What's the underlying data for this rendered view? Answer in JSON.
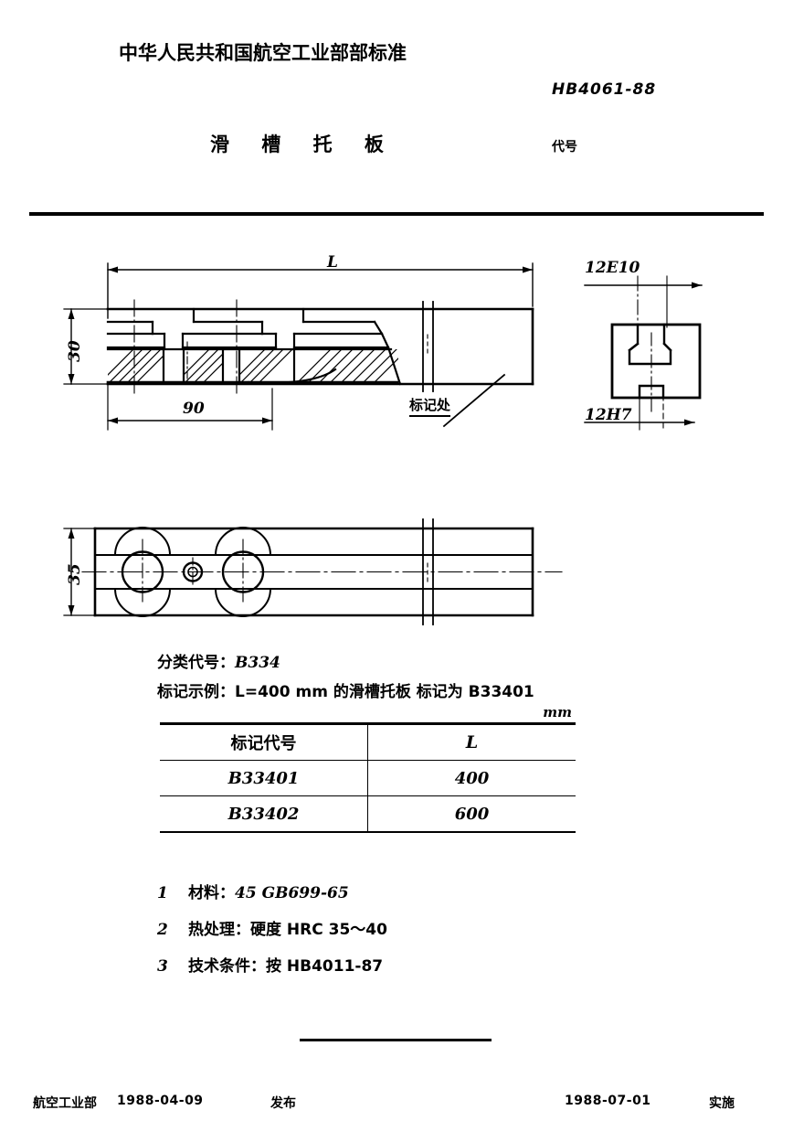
{
  "header": {
    "ministry_title": "中华人民共和国航空工业部部标准",
    "standard_number": "HB4061-88",
    "part_title": "滑 槽 托 板",
    "code_label": "代号"
  },
  "drawing": {
    "main_view": {
      "dim_length": "L",
      "dim_height": "30",
      "dim_partial": "90",
      "mark_note": "标记处"
    },
    "section_view": {
      "dim_top": "12E10",
      "dim_bottom": "12H7"
    },
    "plan_view": {
      "dim_width": "35"
    }
  },
  "spec": {
    "class_code_label": "分类代号：",
    "class_code_value": "B334",
    "marking_example_label": "标记示例：",
    "marking_example_value": "L=400 mm 的滑槽托板 标记为 B33401"
  },
  "table": {
    "unit": "mm",
    "columns": [
      "标记代号",
      "L"
    ],
    "rows": [
      {
        "code": "B33401",
        "length": "400"
      },
      {
        "code": "B33402",
        "length": "600"
      }
    ]
  },
  "notes": [
    {
      "num": "1",
      "label": "材料：",
      "value": "45   GB699-65"
    },
    {
      "num": "2",
      "label": "热处理：",
      "value": "硬度 HRC 35～40"
    },
    {
      "num": "3",
      "label": "技术条件：",
      "value": "按 HB4011-87"
    }
  ],
  "footer": {
    "issuer": "航空工业部",
    "issue_date": "1988-04-09",
    "issue_action": "发布",
    "effective_date": "1988-07-01",
    "effective_action": "实施"
  }
}
